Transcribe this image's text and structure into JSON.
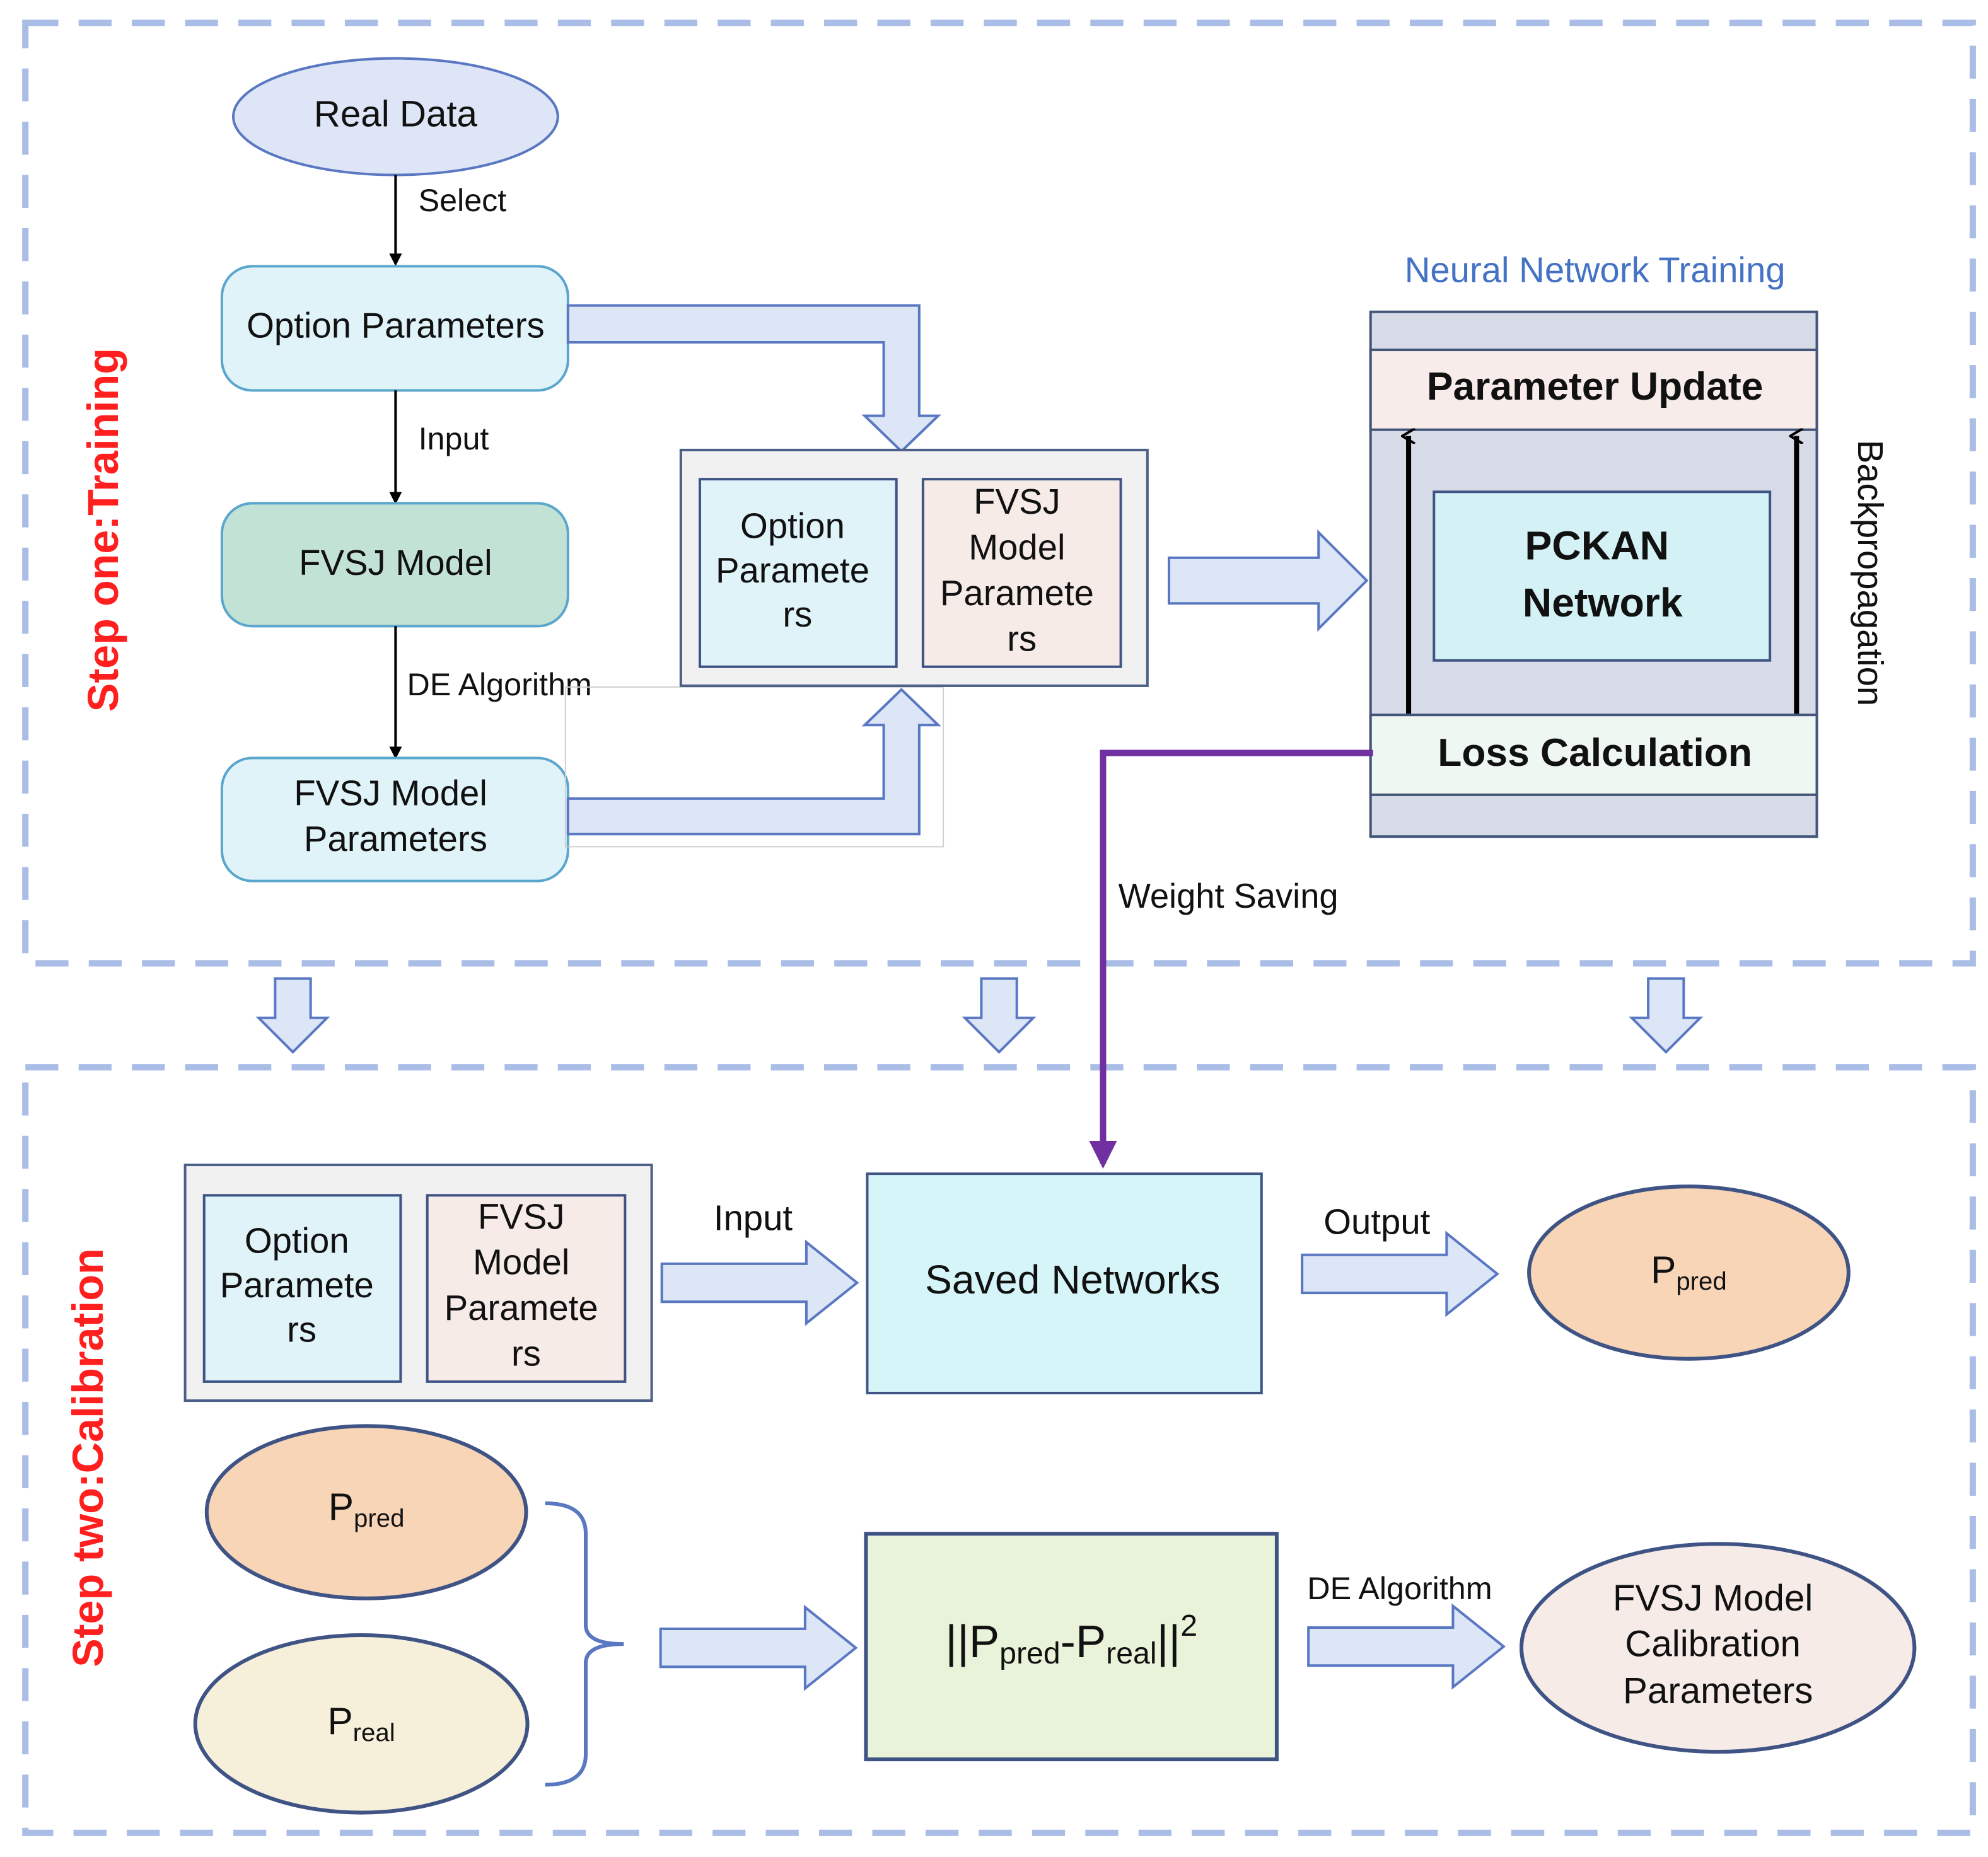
{
  "sections": {
    "training_label": "Step one:Training",
    "calibration_label": "Step two:Calibration"
  },
  "training": {
    "real_data": "Real Data",
    "select_label": "Select",
    "option_parameters": "Option Parameters",
    "input_label": "Input",
    "fvsj_model": "FVSJ Model",
    "de_algorithm": "DE Algorithm",
    "fvsj_params_line1": "FVSJ Model",
    "fvsj_params_line2": "Parameters",
    "combined": {
      "option_lines": [
        "Option",
        "Paramete",
        "rs"
      ],
      "fvsj_lines": [
        "FVSJ",
        "Model",
        "Paramete",
        "rs"
      ]
    },
    "nn": {
      "title": "Neural Network Training",
      "parameter_update": "Parameter Update",
      "network_line1": "PCKAN",
      "network_line2": "Network",
      "loss_calculation": "Loss Calculation",
      "backprop_label": "Backpropagation"
    },
    "weight_saving": "Weight Saving"
  },
  "calibration": {
    "combined": {
      "option_lines": [
        "Option",
        "Paramete",
        "rs"
      ],
      "fvsj_lines": [
        "FVSJ",
        "Model",
        "Paramete",
        "rs"
      ]
    },
    "input_label": "Input",
    "saved_networks": "Saved Networks",
    "output_label": "Output",
    "p_symbol": "P",
    "pred_sub": "pred",
    "real_sub": "real",
    "loss_superscript": "2",
    "de_algorithm": "DE Algorithm",
    "result_lines": [
      "FVSJ Model",
      "Calibration",
      "Parameters"
    ]
  },
  "colors": {
    "dashed_border": "#a9bde6",
    "hollow_arrow_fill": "#dce6f7",
    "hollow_arrow_stroke": "#5a78c2",
    "section_label": "#ff1f1f",
    "nn_title": "#4472c4",
    "weight_arrow": "#7030a0",
    "ellipse_blue": "#dde5f7",
    "box_light_cyan": "#dff3f9",
    "box_green": "#c3e2d6",
    "box_pink": "#f7ebe8",
    "saved_networks": "#d6f5f8",
    "ellipse_orange": "#f9d5b7",
    "ellipse_cream": "#f6f0da",
    "loss_box": "#e9f3da"
  }
}
